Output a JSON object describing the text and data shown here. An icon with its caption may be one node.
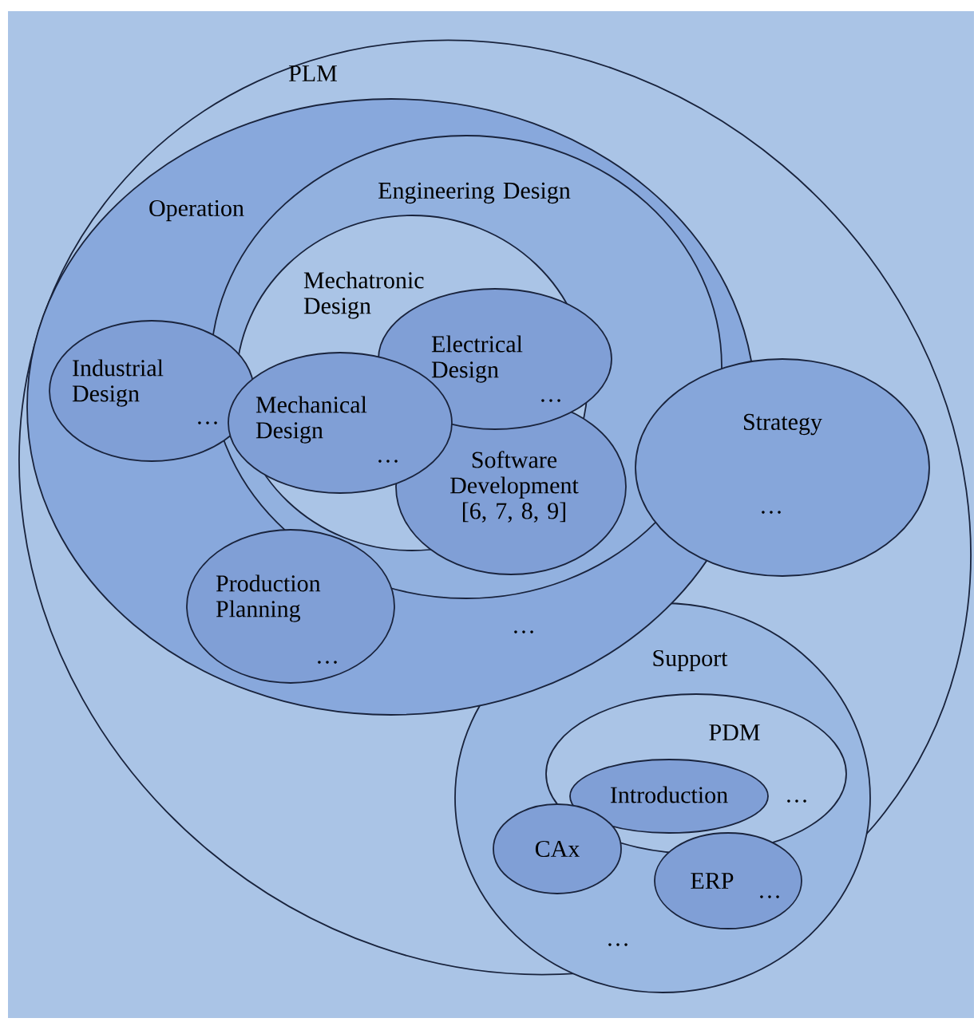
{
  "diagram": {
    "nodes": [
      {
        "text": [
          "PLM"
        ]
      },
      {
        "text": [
          "Operation",
          "…"
        ],
        "in": 0
      },
      {
        "text": [
          "Engineering Design"
        ],
        "in": 1
      },
      {
        "text": [
          "Mechatronic Design"
        ],
        "in": 2
      },
      {
        "text": [
          "Industrial Design",
          "…"
        ],
        "in": 1
      },
      {
        "text": [
          "Mechanical Design",
          "…"
        ],
        "in": 3
      },
      {
        "text": [
          "Electrical Design",
          "…"
        ],
        "in": 2
      },
      {
        "text": [
          "Software Development [6, 7, 8, 9]"
        ],
        "in": 2
      },
      {
        "text": [
          "Production Planning",
          "…"
        ],
        "in": 1
      },
      {
        "text": [
          "Strategy",
          "…"
        ],
        "in": 0
      },
      {
        "text": [
          "Support",
          "…"
        ],
        "in": 0
      },
      {
        "text": [
          "PDM",
          "…"
        ],
        "in": 10
      },
      {
        "text": [
          "Introduction"
        ],
        "in": 11
      },
      {
        "text": [
          "CAx"
        ],
        "in": 10
      },
      {
        "text": [
          "ERP",
          "…"
        ],
        "in": 10
      }
    ]
  }
}
